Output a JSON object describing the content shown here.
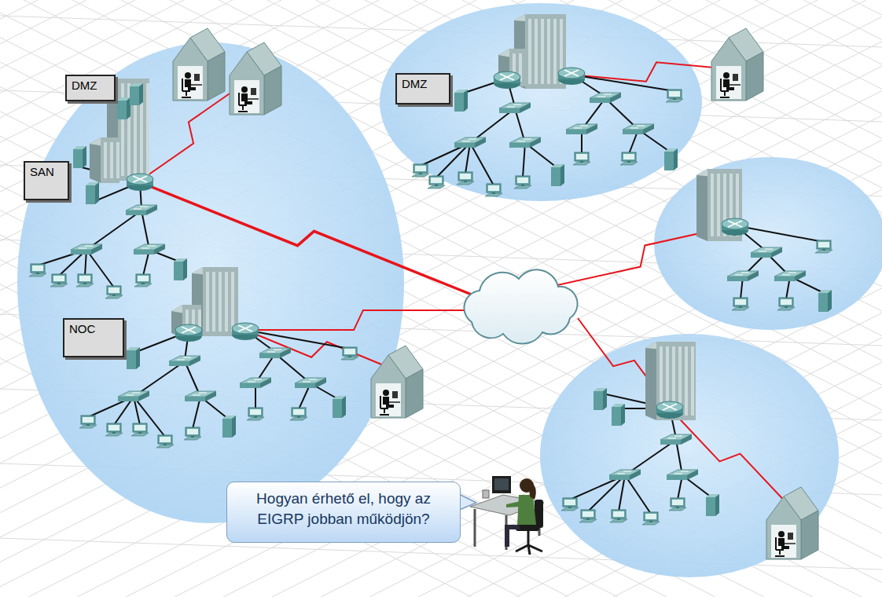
{
  "diagram": {
    "nodes": [
      {
        "text": [
          "DMZ"
        ]
      },
      {
        "text": [
          "DMZ"
        ]
      },
      {
        "text": [
          "SAN"
        ]
      },
      {
        "text": [
          "NOC"
        ]
      },
      {
        "text": [
          "Hogyan érhető el, hogy az EIGRP jobban működjön?"
        ]
      }
    ]
  }
}
